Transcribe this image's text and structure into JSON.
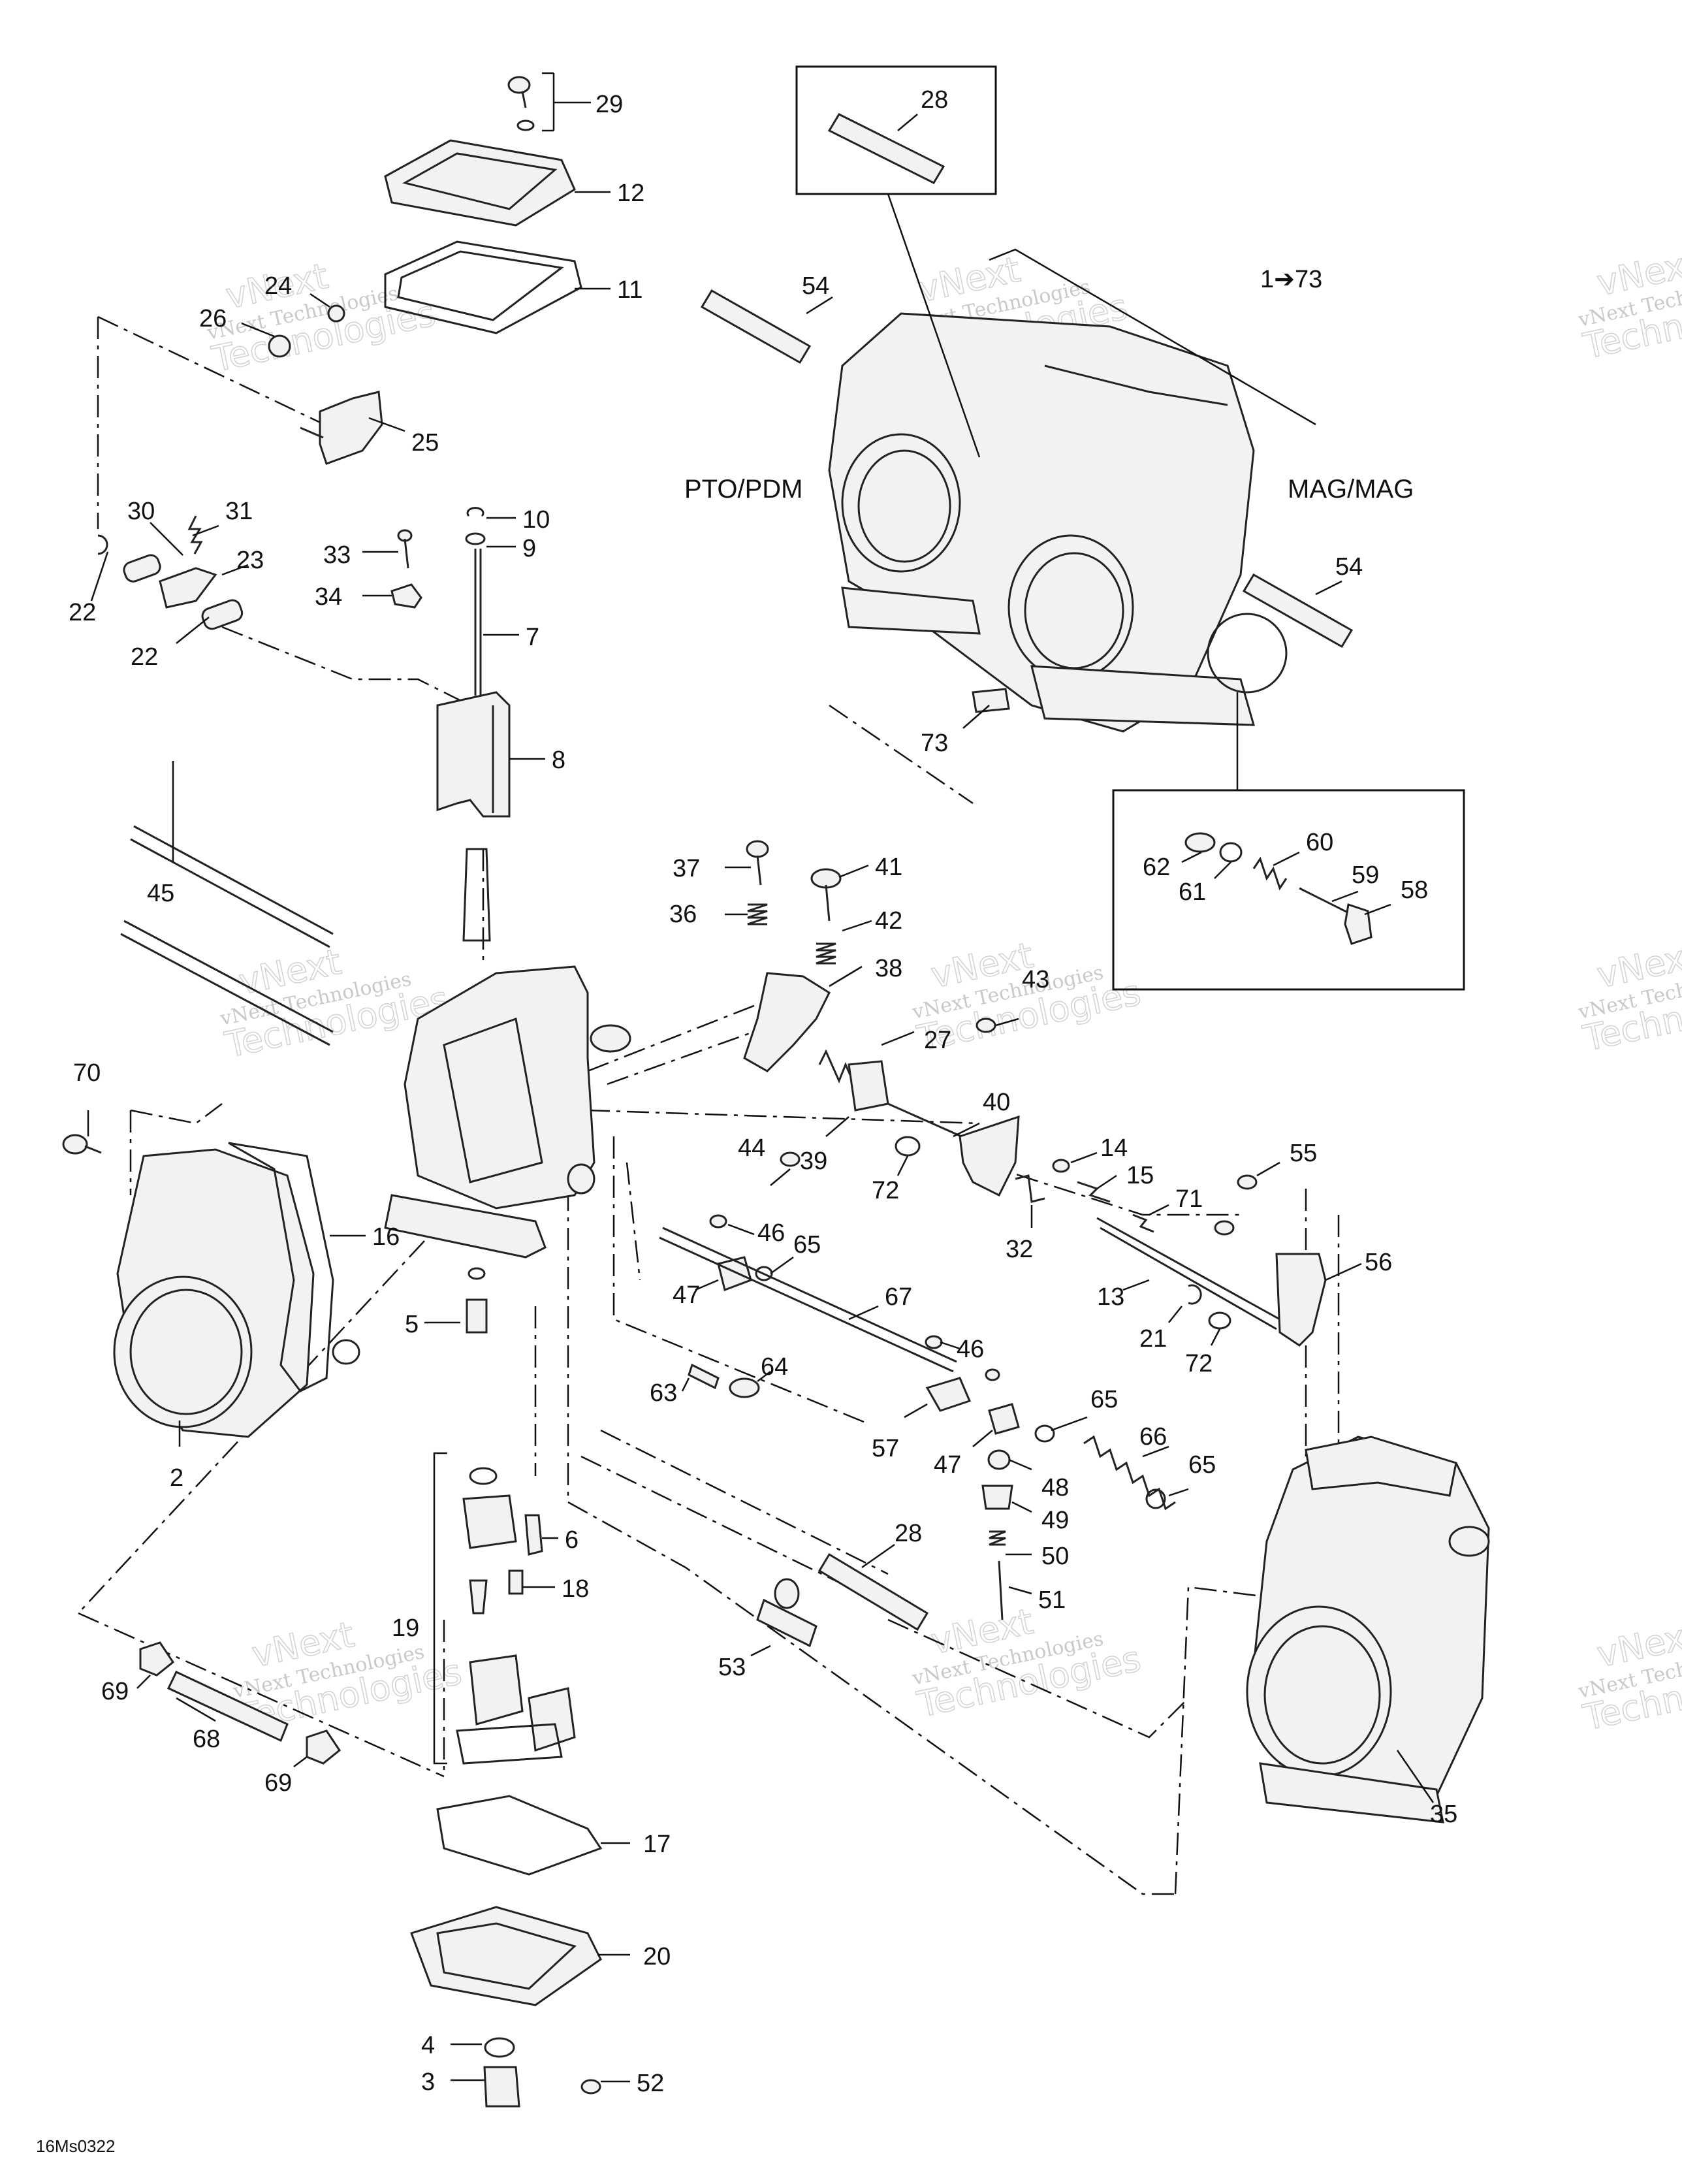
{
  "figure_code": "16Ms0322",
  "sections": {
    "pto": "PTO/PDM",
    "mag": "MAG/MAG"
  },
  "callouts": {
    "range": "1➔73",
    "c2": "2",
    "c3": "3",
    "c4": "4",
    "c5": "5",
    "c6": "6",
    "c7": "7",
    "c8": "8",
    "c9": "9",
    "c10": "10",
    "c11": "11",
    "c12": "12",
    "c13": "13",
    "c14": "14",
    "c15": "15",
    "c16": "16",
    "c17": "17",
    "c18": "18",
    "c19": "19",
    "c20": "20",
    "c21": "21",
    "c22a": "22",
    "c22b": "22",
    "c23": "23",
    "c24": "24",
    "c25": "25",
    "c26": "26",
    "c27": "27",
    "c28a": "28",
    "c28b": "28",
    "c29": "29",
    "c30": "30",
    "c31": "31",
    "c32": "32",
    "c33": "33",
    "c34": "34",
    "c35": "35",
    "c36": "36",
    "c37": "37",
    "c38": "38",
    "c39": "39",
    "c40": "40",
    "c41": "41",
    "c42": "42",
    "c43": "43",
    "c44": "44",
    "c45": "45",
    "c46a": "46",
    "c46b": "46",
    "c47a": "47",
    "c47b": "47",
    "c48": "48",
    "c49": "49",
    "c50": "50",
    "c51": "51",
    "c52": "52",
    "c53": "53",
    "c54a": "54",
    "c54b": "54",
    "c55": "55",
    "c56": "56",
    "c57": "57",
    "c58": "58",
    "c59": "59",
    "c60": "60",
    "c61": "61",
    "c62": "62",
    "c63": "63",
    "c64": "64",
    "c65a": "65",
    "c65b": "65",
    "c65c": "65",
    "c66": "66",
    "c67": "67",
    "c68": "68",
    "c69a": "69",
    "c69b": "69",
    "c70": "70",
    "c71": "71",
    "c72a": "72",
    "c72b": "72",
    "c73": "73"
  },
  "watermark": {
    "line1": "vNext Technologies",
    "line2": "Technologies",
    "line0": "vNext"
  }
}
